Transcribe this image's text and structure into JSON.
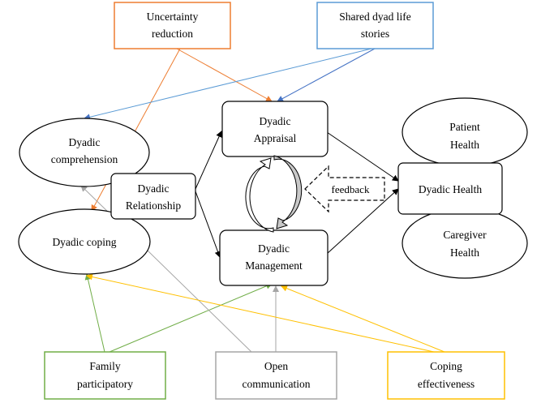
{
  "nodes": {
    "uncertainty_reduction": {
      "lines": [
        "Uncertainty",
        "reduction"
      ],
      "color": "#ED7D31"
    },
    "shared_dyad_life_stories": {
      "lines": [
        "Shared dyad life",
        "stories"
      ],
      "color": "#5B9BD5"
    },
    "dyadic_comprehension": {
      "lines": [
        "Dyadic",
        "comprehension"
      ]
    },
    "dyadic_relationship": {
      "lines": [
        "Dyadic",
        "Relationship"
      ]
    },
    "dyadic_coping": {
      "lines": [
        "Dyadic coping"
      ]
    },
    "dyadic_appraisal": {
      "lines": [
        "Dyadic",
        "Appraisal"
      ]
    },
    "dyadic_management": {
      "lines": [
        "Dyadic",
        "Management"
      ]
    },
    "feedback": {
      "lines": [
        "feedback"
      ]
    },
    "patient_health": {
      "lines": [
        "Patient",
        "Health"
      ]
    },
    "dyadic_health": {
      "lines": [
        "Dyadic Health"
      ]
    },
    "caregiver_health": {
      "lines": [
        "Caregiver",
        "Health"
      ]
    },
    "family_participatory": {
      "lines": [
        "Family",
        "participatory"
      ],
      "color": "#70AD47"
    },
    "open_communication": {
      "lines": [
        "Open",
        "communication"
      ],
      "color": "#A5A5A5"
    },
    "coping_effectiveness": {
      "lines": [
        "Coping",
        "effectiveness"
      ],
      "color": "#FFC000"
    }
  }
}
